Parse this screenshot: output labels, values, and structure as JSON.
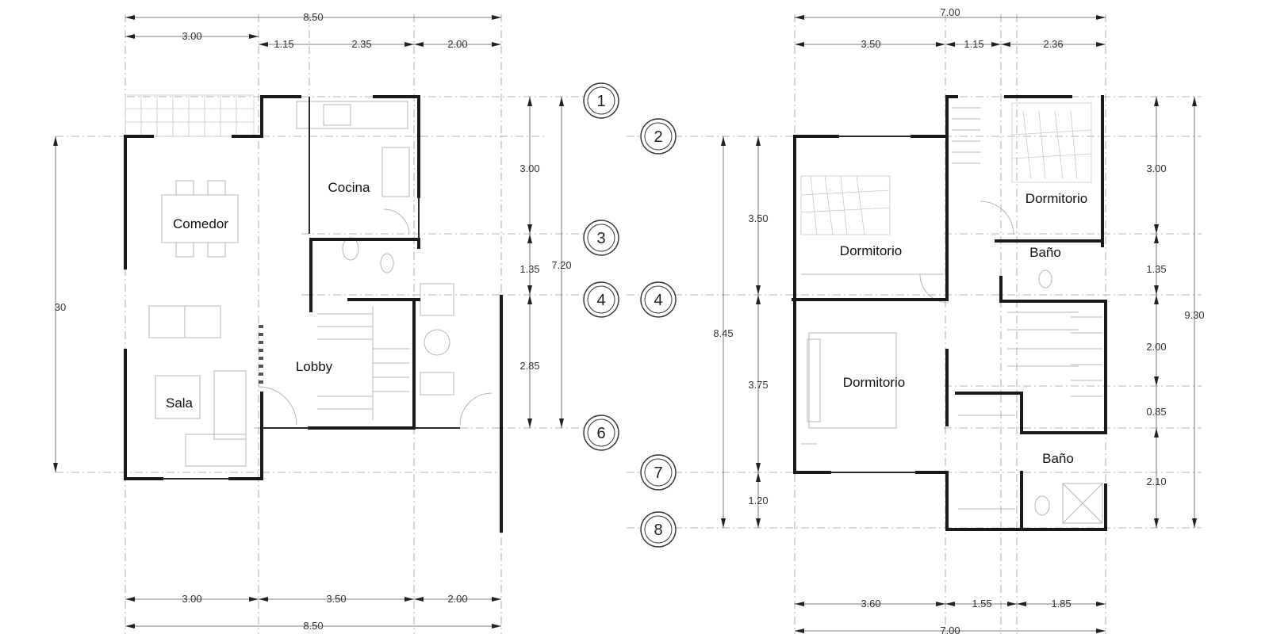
{
  "ground_floor": {
    "rooms": {
      "comedor": "Comedor",
      "cocina": "Cocina",
      "lobby": "Lobby",
      "sala": "Sala"
    },
    "dims": {
      "top_total": "8.50",
      "top_1": "3.00",
      "top_2": "1.15",
      "top_3": "2.35",
      "top_4": "2.00",
      "bottom_1": "3.00",
      "bottom_2": "3.50",
      "bottom_3": "2.00",
      "bottom_total": "8.50",
      "left_total": "30",
      "right_1": "3.00",
      "right_2": "1.35",
      "right_3": "2.85",
      "right_total": "7.20"
    }
  },
  "upper_floor": {
    "rooms": {
      "dormitorio_1": "Dormitorio",
      "dormitorio_2": "Dormitorio",
      "dormitorio_3": "Dormitorio",
      "bano_1": "Baño",
      "bano_2": "Baño"
    },
    "dims": {
      "top_total": "7.00",
      "top_1": "3.50",
      "top_2": "1.15",
      "top_3": "2.36",
      "bottom_1": "3.60",
      "bottom_2": "1.55",
      "bottom_3": "1.85",
      "bottom_total": "7.00",
      "left_1": "3.50",
      "left_2": "3.75",
      "left_3": "1.20",
      "left_total": "8.45",
      "right_1": "3.00",
      "right_2": "1.35",
      "right_3": "2.00",
      "right_4": "0.85",
      "right_5": "2.10",
      "right_total": "9.30"
    }
  },
  "axes": {
    "a1": "1",
    "a2": "2",
    "a3": "3",
    "a4_left": "4",
    "a4_right": "4",
    "a6": "6",
    "a7": "7",
    "a8": "8"
  }
}
